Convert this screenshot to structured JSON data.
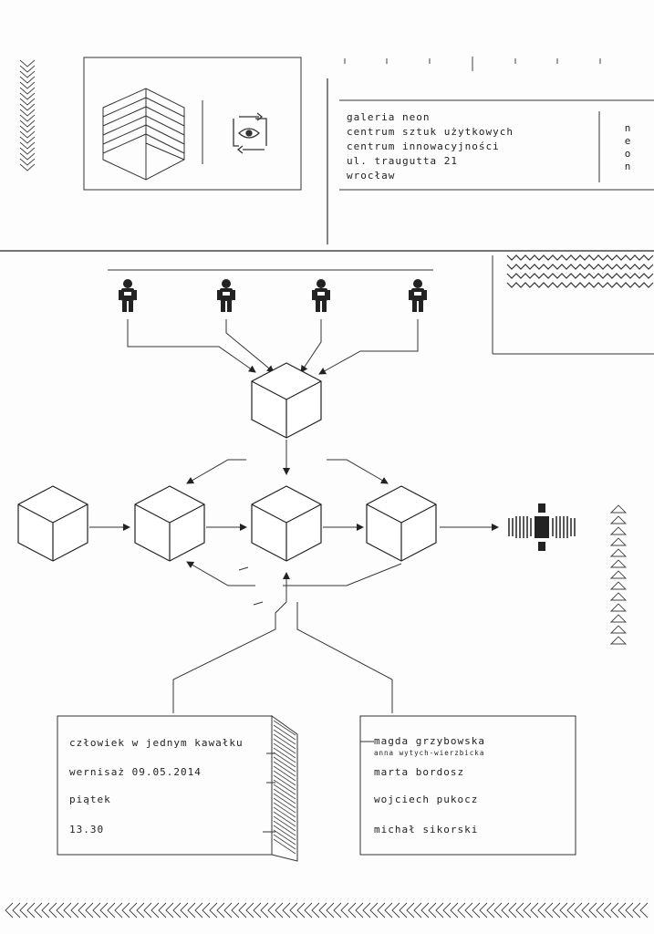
{
  "gallery": {
    "lines": [
      "galeria neon",
      "centrum sztuk użytkowych",
      "centrum innowacyjności",
      "ul. traugutta 21",
      "wrocław"
    ],
    "vertical_word": "neon"
  },
  "event": {
    "title": "człowiek w jednym kawałku",
    "opening": "wernisaż 09.05.2014",
    "day": "piątek",
    "time": "13.30"
  },
  "artists": {
    "names": [
      "magda grzybowska",
      "anna wytych-wierzbicka",
      "marta bordosz",
      "wojciech pukocz",
      "michał sikorski"
    ]
  },
  "icons": {
    "figure": "astronaut-icon",
    "satellite": "satellite-icon",
    "cube": "cube-icon",
    "eye": "eye-rotate-icon"
  },
  "colors": {
    "ink": "#222222",
    "paper": "#fdfdfd"
  }
}
